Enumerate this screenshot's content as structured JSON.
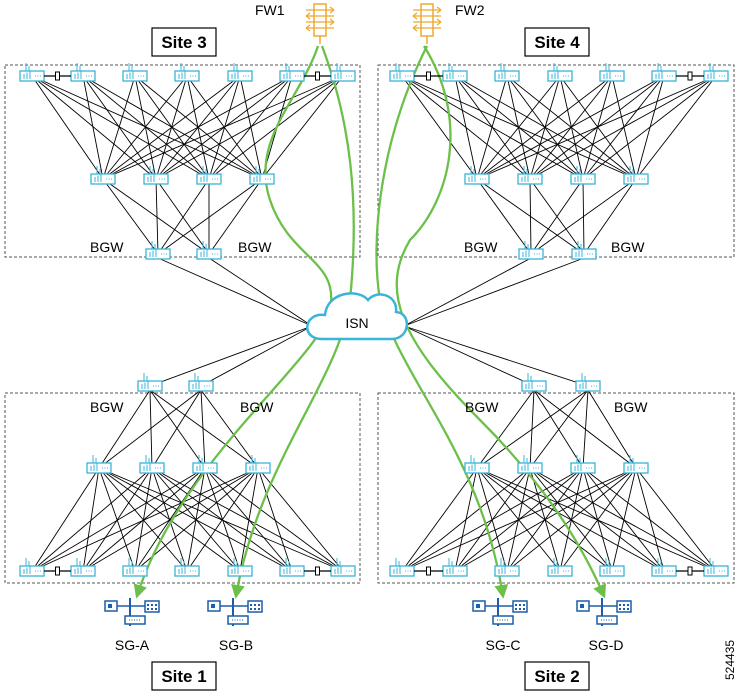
{
  "firewalls": [
    {
      "id": "fw1",
      "label": "FW1"
    },
    {
      "id": "fw2",
      "label": "FW2"
    }
  ],
  "sites": {
    "site3": {
      "label": "Site 3"
    },
    "site4": {
      "label": "Site 4"
    },
    "site1": {
      "label": "Site 1"
    },
    "site2": {
      "label": "Site 2"
    }
  },
  "bgw_label": "BGW",
  "cloud": {
    "label": "ISN"
  },
  "security_groups": [
    {
      "id": "sg-a",
      "label": "SG-A"
    },
    {
      "id": "sg-b",
      "label": "SG-B"
    },
    {
      "id": "sg-c",
      "label": "SG-C"
    },
    {
      "id": "sg-d",
      "label": "SG-D"
    }
  ],
  "figure_id": "524435",
  "colors": {
    "switch": "#3ab4d9",
    "firewall": "#f0a830",
    "flow": "#6cc04a",
    "sg": "#1c5ea8",
    "link": "#000000",
    "box": "#555555"
  }
}
